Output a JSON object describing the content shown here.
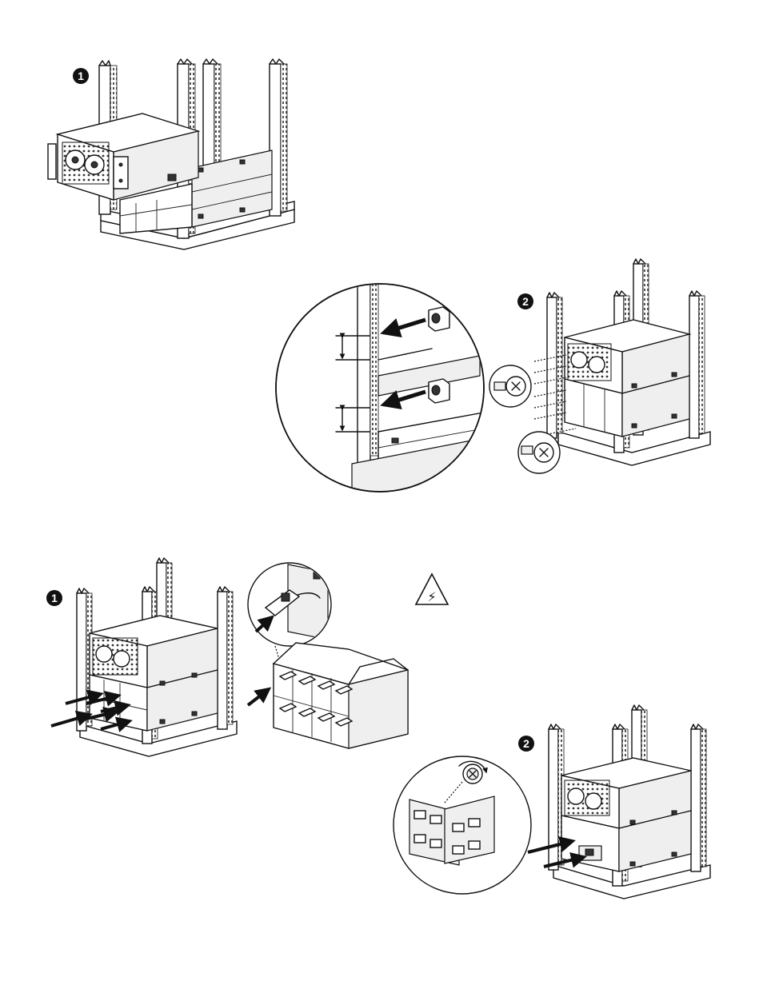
{
  "steps": {
    "top_step1": "1",
    "top_step2": "2",
    "bottom_step1": "1",
    "bottom_step2": "2"
  },
  "warning_symbol": "⚡",
  "icons": [
    "rack-rail-icon",
    "ups-chassis-icon",
    "cage-nut-icon",
    "screw-icon",
    "battery-module-icon",
    "warning-triangle-icon",
    "thumbscrew-icon",
    "insert-arrow-icon"
  ]
}
